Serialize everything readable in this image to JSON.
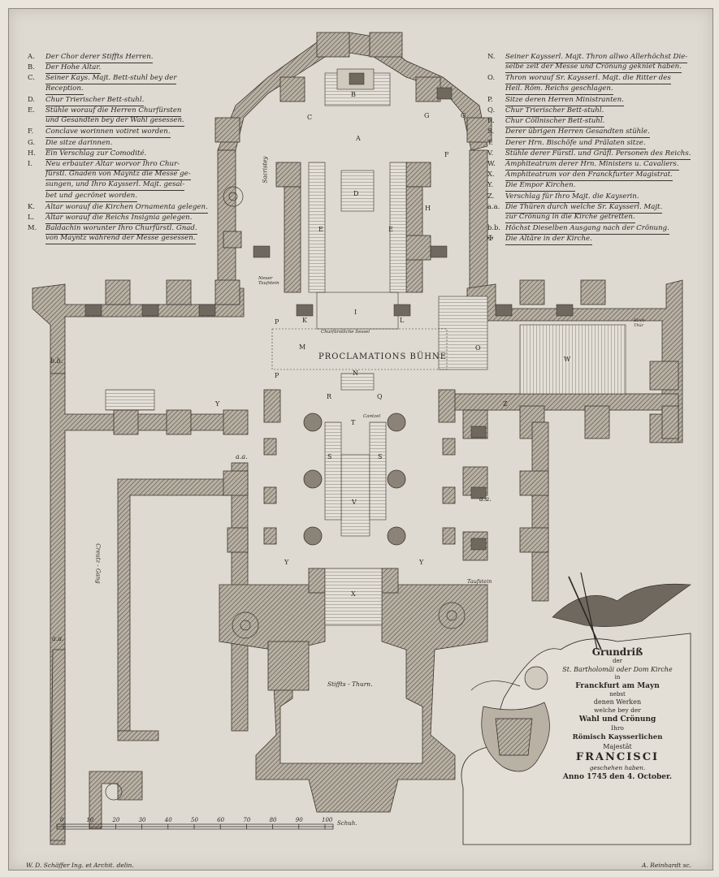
{
  "legend_left": [
    {
      "key": "A.",
      "text": "Der Chor derer Stiffts Herren."
    },
    {
      "key": "B.",
      "text": "Der Hohe Altar."
    },
    {
      "key": "C.",
      "text": "Seiner Kays. Majt. Bett-stuhl bey der"
    },
    {
      "key": "",
      "text": "Reception."
    },
    {
      "key": "D.",
      "text": "Chur Trierischer Bett-stuhl."
    },
    {
      "key": "E.",
      "text": "Stühle worauf die Herren Churfürsten"
    },
    {
      "key": "",
      "text": "und Gesandten bey der Wahl gesessen."
    },
    {
      "key": "F.",
      "text": "Conclave worinnen votiret worden."
    },
    {
      "key": "G.",
      "text": "Die sitze darinnen."
    },
    {
      "key": "H.",
      "text": "Ein Verschlag zur Comodité."
    },
    {
      "key": "I.",
      "text": "Neu erbauter Altar worvor Ihro Chur-"
    },
    {
      "key": "",
      "text": "fürstl. Gnaden von Mayntz die Messe ge-"
    },
    {
      "key": "",
      "text": "sungen, und Ihro Kaysserl. Majt. gesal-"
    },
    {
      "key": "",
      "text": "bet und gecrönet worden."
    },
    {
      "key": "K.",
      "text": "Altar worauf die Kirchen Ornamenta gelegen."
    },
    {
      "key": "L.",
      "text": "Altar worauf die Reichs Insignia gelegen."
    },
    {
      "key": "M.",
      "text": "Baldachin worunter Ihro Churfürstl. Gnad."
    },
    {
      "key": "",
      "text": "von Mayntz während der Messe gesessen."
    }
  ],
  "legend_right": [
    {
      "key": "N.",
      "text": "Seiner Kaysserl. Majt. Thron allwo Allerhöchst Die-"
    },
    {
      "key": "",
      "text": "selbe zeit der Messe und Crönung gekniet haben."
    },
    {
      "key": "O.",
      "text": "Thron worauf Sr. Kaysserl. Majt. die Ritter des"
    },
    {
      "key": "",
      "text": "Heil. Röm. Reichs geschlagen."
    },
    {
      "key": "P.",
      "text": "Sitze deren Herren Ministranten."
    },
    {
      "key": "Q.",
      "text": "Chur Trierischer Bett-stuhl."
    },
    {
      "key": "R.",
      "text": "Chur Cöllnischer Bett-stuhl."
    },
    {
      "key": "S.",
      "text": "Derer übrigen Herren Gesandten stühle."
    },
    {
      "key": "T.",
      "text": "Derer Hrn. Bischöfe und Prälaten sitze."
    },
    {
      "key": "V.",
      "text": "Stühle derer Fürstl. und Gräfl. Personen des Reichs."
    },
    {
      "key": "W.",
      "text": "Amphiteatrum derer Hrn. Ministers u. Cavaliers."
    },
    {
      "key": "X.",
      "text": "Amphiteatrum vor den Franckfurter Magistrat."
    },
    {
      "key": "Y.",
      "text": "Die Empor Kirchen."
    },
    {
      "key": "Z.",
      "text": "Verschlag für Ihro Majt. die Kayserin."
    },
    {
      "key": "a.a.",
      "text": "Die Thüren durch welche Sr. Kaysserl. Majt."
    },
    {
      "key": "",
      "text": "zur Crönung in die Kirche getretten."
    },
    {
      "key": "b.b.",
      "text": "Höchst Dieselben Ausgang nach der Crönung."
    },
    {
      "key": "✠",
      "text": "Die Altäre in der Kirche."
    }
  ],
  "plan_labels": {
    "A": "A",
    "B": "B",
    "C": "C",
    "D": "D",
    "E1": "E",
    "E2": "E",
    "F": "F",
    "G1": "G",
    "G2": "G",
    "H": "H",
    "I": "I",
    "K": "K",
    "L": "L",
    "M": "M",
    "N": "N",
    "O": "O",
    "P1": "P",
    "P2": "P",
    "Q": "Q",
    "R": "R",
    "S1": "S",
    "S2": "S",
    "T": "T",
    "V": "V",
    "W": "W",
    "X": "X",
    "Y1": "Y",
    "Y2": "Y",
    "Y3": "Y",
    "Z": "Z",
    "aa1": "a.a.",
    "aa2": "a.a.",
    "aa3": "a.a.",
    "bb": "b.b.",
    "sacristy": "Sacristey",
    "taufstein_upper": "Neuer Taufstein",
    "chursessel": "Churfürstliche Sessel",
    "proclamation": "PROCLAMATIONS BÜHNE",
    "cantzel": "Cantzel",
    "creutzgang": "Creutz - Gang",
    "taufstein_lower": "Taufstein",
    "stiffts_thurn": "Stiffts - Thurn.",
    "kirchthür": "Kirch Thür"
  },
  "cartouche": {
    "line1": "Grundriß",
    "line2": "der",
    "line3": "St. Bartholomäi oder Dom Kirche",
    "line4": "in",
    "line5": "Franckfurt am Mayn",
    "line6": "nebst",
    "line7": "denen Werken",
    "line8": "welche bey der",
    "line9": "Wahl und Crönung",
    "line10": "Ihro",
    "line11": "Römisch Kaysserlichen",
    "line12": "Majestät",
    "line13": "FRANCISCI",
    "line14": "geschehen haben.",
    "line15": "Anno 1745 den 4. October."
  },
  "scale": {
    "ticks": [
      "0",
      "10",
      "20",
      "30",
      "40",
      "50",
      "60",
      "70",
      "80",
      "90",
      "100"
    ],
    "unit": "Schuh."
  },
  "footer": {
    "left": "W. D. Schäffer Ing. et Archit. delin.",
    "right": "A. Reinhardt sc."
  },
  "colors": {
    "paper": "#dedad1",
    "ink": "#2a2622",
    "wall_fill": "#8b8377"
  }
}
